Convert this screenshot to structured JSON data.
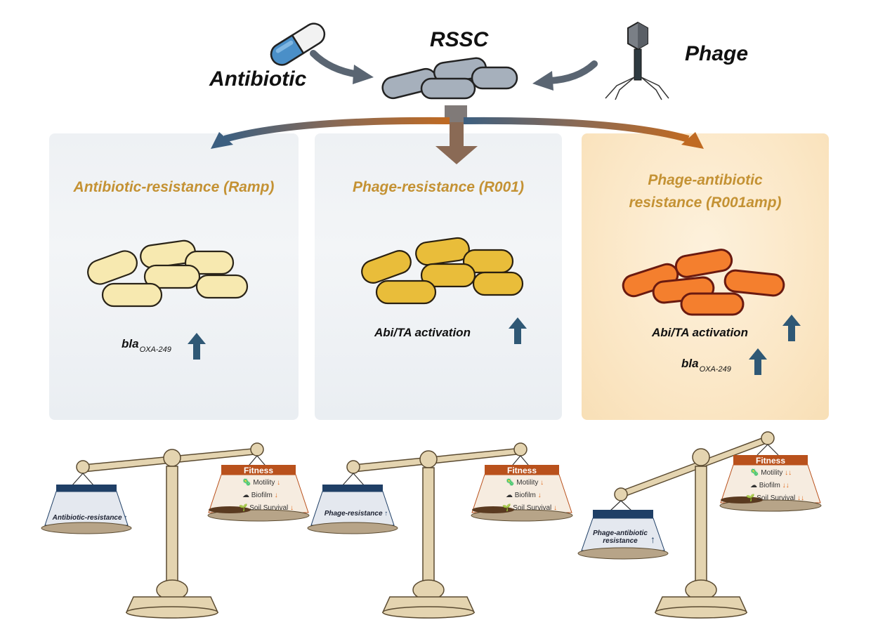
{
  "top": {
    "antibiotic_label": "Antibiotic",
    "center_label": "RSSC",
    "phage_label": "Phage"
  },
  "colors": {
    "title_gold": "#c49234",
    "arrow_blue": "#3c5f80",
    "arrow_brown": "#8a6a55",
    "arrow_orange": "#c06a22",
    "up_arrow": "#2f5875",
    "fitness_header": "#b9511c",
    "resistance_header": "#1f3f66",
    "down_arrow": "#e06a1c"
  },
  "panels": [
    {
      "title": "Antibiotic-resistance (Ramp)",
      "cell_color": "#f7e9b0",
      "markers": [
        {
          "gene": "bla",
          "subscript": "OXA-249",
          "direction": "up"
        }
      ]
    },
    {
      "title": "Phage-resistance (R001)",
      "cell_color": "#e9bd3a",
      "markers": [
        {
          "gene": "Abi/TA activation",
          "subscript": "",
          "direction": "up"
        }
      ]
    },
    {
      "title_line1": "Phage-antibiotic",
      "title_line2": "resistance (R001amp)",
      "cell_color": "#f47f2e",
      "markers": [
        {
          "gene": "Abi/TA activation",
          "subscript": "",
          "direction": "up"
        },
        {
          "gene": "bla",
          "subscript": "OXA-249",
          "direction": "up"
        }
      ]
    }
  ],
  "scales": [
    {
      "left_pan_label": "Antibiotic-resistance",
      "left_pan_arrow": "↑",
      "fitness_title": "Fitness",
      "fitness_items": [
        {
          "label": "Motility",
          "arrows": "↓"
        },
        {
          "label": "Biofilm",
          "arrows": "↓"
        },
        {
          "label": "Soil Survival",
          "arrows": "↓"
        }
      ]
    },
    {
      "left_pan_label": "Phage-resistance",
      "left_pan_arrow": "↑",
      "fitness_title": "Fitness",
      "fitness_items": [
        {
          "label": "Motility",
          "arrows": "↓"
        },
        {
          "label": "Biofilm",
          "arrows": "↓"
        },
        {
          "label": "Soil Survival",
          "arrows": "↓"
        }
      ]
    },
    {
      "left_pan_label_line1": "Phage-antibiotic",
      "left_pan_label_line2": "resistance",
      "left_pan_arrow": "↑",
      "fitness_title": "Fitness",
      "fitness_items": [
        {
          "label": "Motility",
          "arrows": "↓↓"
        },
        {
          "label": "Biofilm",
          "arrows": "↓↓"
        },
        {
          "label": "Soil Survival",
          "arrows": "↓↓"
        }
      ]
    }
  ]
}
